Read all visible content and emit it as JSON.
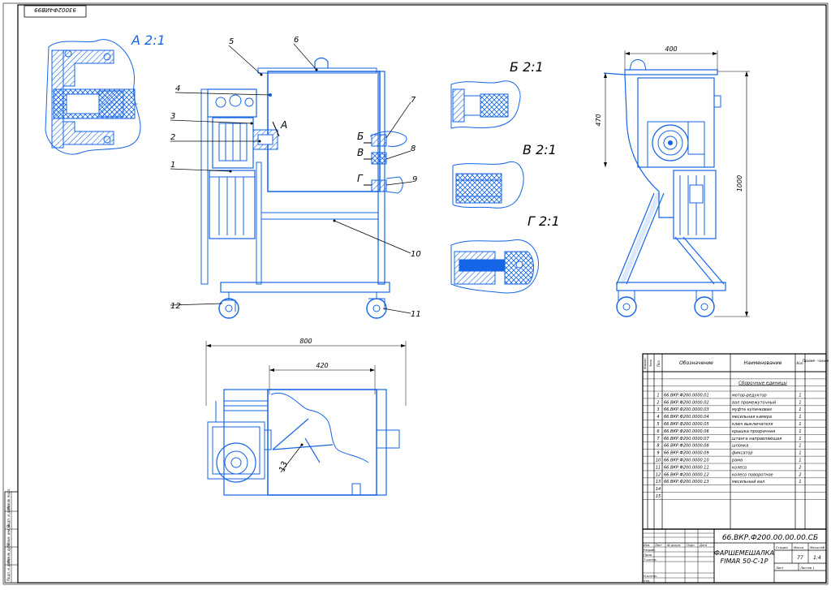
{
  "sheet": {
    "stamp_code": "93002Ф4ИВ99",
    "margin_stamp": [
      "Инв.№ подл.",
      "Подп. и дата",
      "Взам. инв.№",
      "Инв.№ дубл.",
      "Подп. и дата"
    ]
  },
  "views": {
    "detail_a": "А 2:1",
    "detail_b": "Б 2:1",
    "detail_v": "В 2:1",
    "detail_g": "Г 2:1"
  },
  "callouts": {
    "front": [
      "1",
      "2",
      "3",
      "4",
      "5",
      "6",
      "7",
      "8",
      "9",
      "10",
      "11",
      "12"
    ],
    "section_letters": [
      "А",
      "Б",
      "В",
      "Г"
    ],
    "top": "13"
  },
  "dimensions": {
    "top_overall": "800",
    "top_inner": "420",
    "side_width": "400",
    "side_height_upper": "470",
    "side_height_total": "1000"
  },
  "bom": {
    "headers": {
      "format": "Формат",
      "zone": "Зона",
      "pos": "Поз.",
      "designation": "Обозначение",
      "name": "Наименование",
      "qty": "Кол.",
      "note": "Приме- чание"
    },
    "section_title": "Сборочные единицы",
    "rows": [
      {
        "pos": "1",
        "designation": "66.ВКР.Ф200.0000.01",
        "name": "мотор-редуктор",
        "qty": "1"
      },
      {
        "pos": "2",
        "designation": "66.ВКР.Ф200.0000.02",
        "name": "вал промежуточный",
        "qty": "1"
      },
      {
        "pos": "3",
        "designation": "66.ВКР.Ф200.0000.03",
        "name": "муфта кулачковая",
        "qty": "1"
      },
      {
        "pos": "4",
        "designation": "66.ВКР.Ф200.0000.04",
        "name": "месильная камера",
        "qty": "1"
      },
      {
        "pos": "5",
        "designation": "66.ВКР.Ф200.0000.05",
        "name": "ключ выключателя",
        "qty": "1"
      },
      {
        "pos": "6",
        "designation": "66.ВКР.Ф200.0000.06",
        "name": "крышка прозрачная",
        "qty": "1"
      },
      {
        "pos": "7",
        "designation": "66.ВКР.Ф200.0000.07",
        "name": "штанга направляющая",
        "qty": "1"
      },
      {
        "pos": "8",
        "designation": "66.ВКР.Ф200.0000.08",
        "name": "шпонка",
        "qty": "1"
      },
      {
        "pos": "9",
        "designation": "66.ВКР.Ф200.0000.09",
        "name": "фиксатор",
        "qty": "1"
      },
      {
        "pos": "10",
        "designation": "66.ВКР.Ф200.0000.10",
        "name": "рама",
        "qty": "1"
      },
      {
        "pos": "11",
        "designation": "66.ВКР.Ф200.0000.11",
        "name": "колесо",
        "qty": "2"
      },
      {
        "pos": "12",
        "designation": "66.ВКР.Ф200.0000.12",
        "name": "колесо поворотное",
        "qty": "2"
      },
      {
        "pos": "13",
        "designation": "66.ВКР.Ф200.0000.13",
        "name": "месильный вал",
        "qty": "1"
      }
    ],
    "extra_rows": [
      "14",
      "15"
    ]
  },
  "title_block": {
    "designation": "66.ВКР.Ф200.00.00.00.СБ",
    "title_line1": "ФАРШЕМЕШАЛКА",
    "title_line2": "FIMAR 50-С-1Р",
    "col_labels": [
      "Изм.",
      "Лист",
      "№ докум.",
      "Подп.",
      "Дата"
    ],
    "role_labels": [
      "Разраб.",
      "Пров.",
      "Т.контр.",
      "Н.контр.",
      "Утв."
    ],
    "stage_labels": [
      "Стадия",
      "Масса",
      "Масштаб"
    ],
    "mass": "77",
    "scale": "1:4",
    "sheet_label": "Лист",
    "sheets_label": "Листов 1"
  },
  "colors": {
    "drawing": "#1565e6",
    "frame": "#000000",
    "hatch": "#1565e6"
  }
}
